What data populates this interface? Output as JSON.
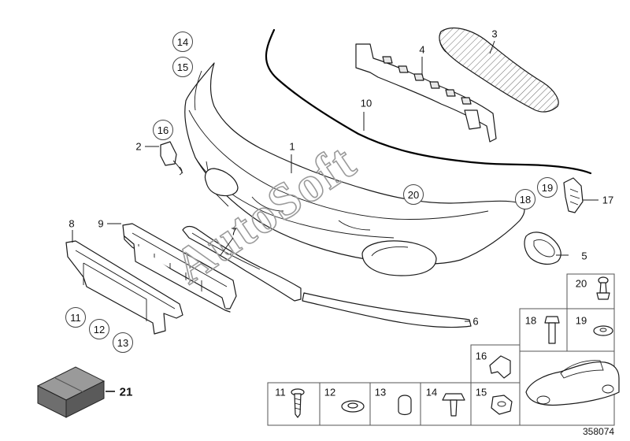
{
  "watermark": "AutoSoft",
  "reference_number": "358074",
  "callouts": [
    {
      "id": "c1",
      "text": "1",
      "circled": false
    },
    {
      "id": "c2",
      "text": "2",
      "circled": false
    },
    {
      "id": "c3",
      "text": "3",
      "circled": false
    },
    {
      "id": "c4",
      "text": "4",
      "circled": false
    },
    {
      "id": "c5",
      "text": "5",
      "circled": false
    },
    {
      "id": "c6",
      "text": "6",
      "circled": false
    },
    {
      "id": "c7",
      "text": "7",
      "circled": false
    },
    {
      "id": "c8",
      "text": "8",
      "circled": false
    },
    {
      "id": "c9",
      "text": "9",
      "circled": false
    },
    {
      "id": "c10",
      "text": "10",
      "circled": false
    },
    {
      "id": "c11",
      "text": "11",
      "circled": true
    },
    {
      "id": "c12",
      "text": "12",
      "circled": true
    },
    {
      "id": "c13",
      "text": "13",
      "circled": true
    },
    {
      "id": "c14",
      "text": "14",
      "circled": true
    },
    {
      "id": "c15",
      "text": "15",
      "circled": true
    },
    {
      "id": "c16",
      "text": "16",
      "circled": true
    },
    {
      "id": "c17",
      "text": "17",
      "circled": false
    },
    {
      "id": "c18",
      "text": "18",
      "circled": true
    },
    {
      "id": "c19",
      "text": "19",
      "circled": true
    },
    {
      "id": "c20",
      "text": "20",
      "circled": true
    },
    {
      "id": "c21",
      "text": "21",
      "circled": false
    }
  ],
  "hardware_table": [
    {
      "id": "h11",
      "text": "11",
      "icon": "screw-icon"
    },
    {
      "id": "h12",
      "text": "12",
      "icon": "grommet-icon"
    },
    {
      "id": "h13",
      "text": "13",
      "icon": "cap-icon"
    },
    {
      "id": "h14",
      "text": "14",
      "icon": "expanding-rivet-icon"
    },
    {
      "id": "h15",
      "text": "15",
      "icon": "hex-nut-icon"
    },
    {
      "id": "h16",
      "text": "16",
      "icon": "clip-icon"
    },
    {
      "id": "h18",
      "text": "18",
      "icon": "bolt-icon"
    },
    {
      "id": "h19",
      "text": "19",
      "icon": "washer-icon"
    },
    {
      "id": "h20",
      "text": "20",
      "icon": "push-rivet-icon"
    }
  ],
  "colors": {
    "line": "#1a1a1a",
    "watermark": "#9a9a9a",
    "background": "#ffffff",
    "kit_box": "#7d7d7d"
  }
}
